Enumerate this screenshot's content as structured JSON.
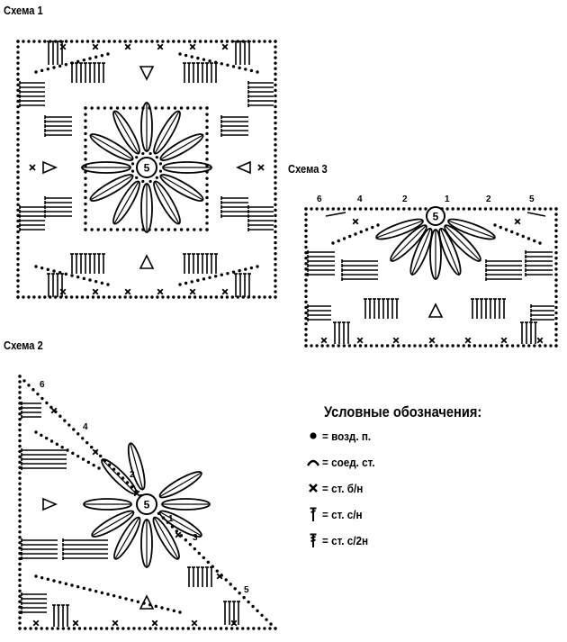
{
  "schemes": [
    {
      "title": "Схема 1",
      "center_label": "5"
    },
    {
      "title": "Схема 2",
      "center_label": "5",
      "row_labels": [
        "6",
        "4",
        "2",
        "1",
        "3",
        "5"
      ]
    },
    {
      "title": "Схема 3",
      "center_label": "5",
      "row_labels": [
        "6",
        "4",
        "2",
        "1",
        "2",
        "5"
      ]
    }
  ],
  "legend": {
    "title": "Условные обозначения:",
    "items": [
      {
        "symbol": "chain-dot-icon",
        "label": "= возд. п."
      },
      {
        "symbol": "slip-stitch-arc-icon",
        "label": "= соед. ст."
      },
      {
        "symbol": "single-crochet-cross-icon",
        "label": "= ст. б/н"
      },
      {
        "symbol": "double-crochet-icon",
        "label": "= ст. с/н"
      },
      {
        "symbol": "half-double-crochet-icon",
        "label": "= ст. с/2н"
      }
    ]
  }
}
